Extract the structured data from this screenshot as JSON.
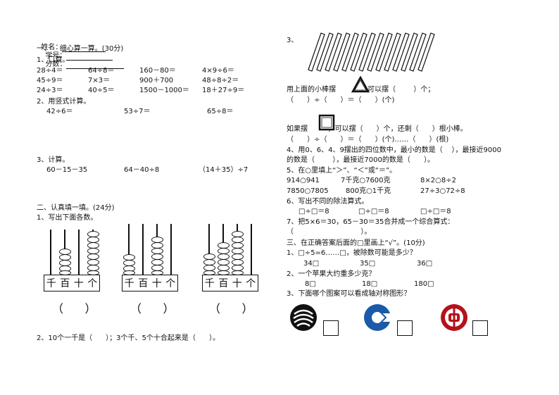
{
  "header": {
    "name_label": "姓名：",
    "id_label": "学号：",
    "score_label": "分数："
  },
  "left": {
    "sec1_title": "一、    细心算一算。(30分)",
    "q1_title": "1、口算。",
    "oral": [
      [
        "28÷4＝",
        "64÷8＝",
        "160－80＝",
        "4×9÷6＝"
      ],
      [
        "45÷9＝",
        "7×3＝",
        "900＋700",
        "48÷8÷2＝"
      ],
      [
        "24÷3＝",
        "40÷5＝",
        "1500－1000＝",
        "18＋27÷9＝"
      ]
    ],
    "q2_title": "2、用竖式计算。",
    "vertical": [
      "42÷6＝",
      "53÷7＝",
      "65÷8＝"
    ],
    "q3_title": "3、计算。",
    "calc": [
      "60－15－35",
      "64－40÷8",
      "（14＋35）÷7"
    ],
    "sec2_title": "二、认真填一填。(24分)",
    "q21_title": "1、写出下面各数。",
    "abacus_labels": [
      "千",
      "百",
      "十",
      "个"
    ],
    "abacus_answers": [
      "（      ）",
      "（      ）",
      "（      ）"
    ],
    "q22": "2、10个一千是（      ）；3个千、5个十合起来是（      ）。"
  },
  "right": {
    "q3_label": "3、",
    "line1": "用上面的小棒摆           ，可以摆（        ）个；",
    "line2": "（      ）÷（      ）＝（      ）(个)",
    "line3": "如果摆         ，可以摆（      ）个，还剩（      ）根小棒。",
    "line4": "（      ）÷（      ）＝（      ）(个)……（      ）(根)",
    "q4a": "4、用0、6、4、9摆出的四位数中，最小的数是（    ），最接近9000",
    "q4b": "的数是（        ），最接近7000的数是（      ）。",
    "q5": "5、在○里填上“＞”、“＜”或“＝”。",
    "cmp": [
      [
        "914○941",
        "7千克○7600克",
        "8×2○8÷2"
      ],
      [
        "7850○7805",
        "800克○1千克",
        "27÷3○72÷8"
      ]
    ],
    "q6": "6、写出不同的除法算式。",
    "div_forms": [
      "□÷□＝8",
      "□÷□＝8",
      "□÷□＝8"
    ],
    "q7": "7、把5×6＝30，65－30＝35合并成一个综合算式：",
    "q7b": "（                              ）。",
    "sec3": "三、在正确答案后面的□里画上“√”。(10分)",
    "p1": "1、□÷5=6……□，被除数可能是多少？",
    "p1_opts": [
      "34□",
      "35□",
      "36□"
    ],
    "p2": "2、一个苹果大约重多少克？",
    "p2_opts": [
      "8□",
      "18□",
      "180□"
    ],
    "p3": "3、下面哪个图案可以看成轴对称图形？"
  }
}
